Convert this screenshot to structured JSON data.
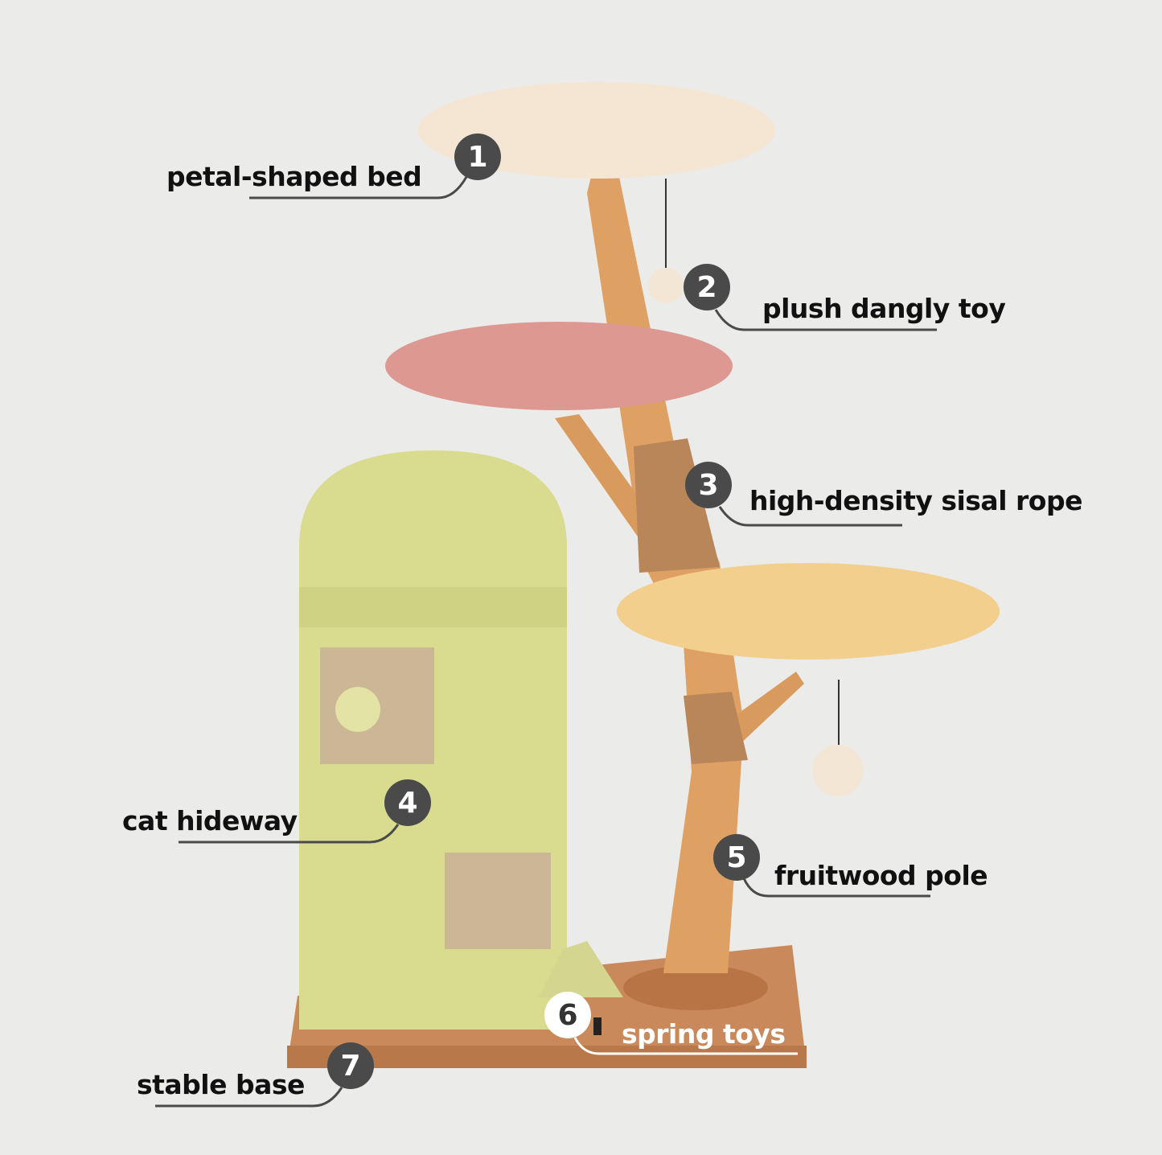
{
  "colors": {
    "background": "#ebebea",
    "badge": "#4a4a4a",
    "leader_line": "#4a4a4a"
  },
  "callouts": [
    {
      "number": "1",
      "label": "petal-shaped bed"
    },
    {
      "number": "2",
      "label": "plush dangly toy"
    },
    {
      "number": "3",
      "label": "high-density sisal rope"
    },
    {
      "number": "4",
      "label": "cat hideway"
    },
    {
      "number": "5",
      "label": "fruitwood pole"
    },
    {
      "number": "6",
      "label": "spring toys"
    },
    {
      "number": "7",
      "label": "stable base"
    }
  ]
}
